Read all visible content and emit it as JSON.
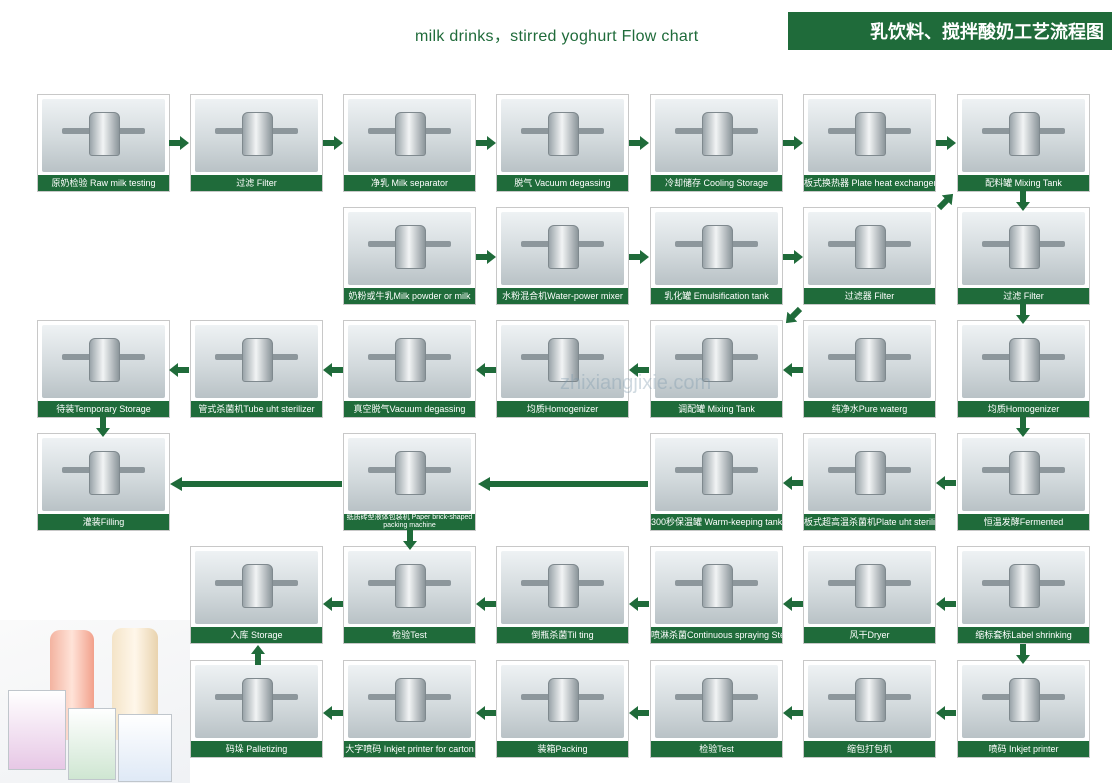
{
  "title_en": "milk drinks，stirred yoghurt Flow chart",
  "title_cn": "乳饮料、搅拌酸奶工艺流程图",
  "watermark": "zhixiangjixie.com",
  "steps": [
    {
      "label": "原奶检验 Raw milk testing"
    },
    {
      "label": "过滤 Filter"
    },
    {
      "label": "净乳 Milk separator"
    },
    {
      "label": "脱气 Vacuum degassing"
    },
    {
      "label": "冷却储存 Cooling Storage"
    },
    {
      "label": "板式换热器 Plate heat exchanger"
    },
    {
      "label": "配料罐 Mixing Tank"
    },
    {
      "label": "奶粉或牛乳Milk powder or milk"
    },
    {
      "label": "水粉混合机Water-power mixer"
    },
    {
      "label": "乳化罐 Emulsification tank"
    },
    {
      "label": "过滤器 Filter"
    },
    {
      "label": "过滤 Filter"
    },
    {
      "label": "待装Temporary Storage"
    },
    {
      "label": "管式杀菌机Tube uht sterilizer"
    },
    {
      "label": "真空脱气Vacuum degassing"
    },
    {
      "label": "均质Homogenizer"
    },
    {
      "label": "调配罐 Mixing Tank"
    },
    {
      "label": "纯净水Pure waterg"
    },
    {
      "label": "均质Homogenizer"
    },
    {
      "label": "灌装Filling"
    },
    {
      "label": "纸质砖型液体包装机 Paper brick-shaped packing machine"
    },
    {
      "label": "300秒保温罐 Warm-keeping tank"
    },
    {
      "label": "板式超高温杀菌机Plate uht sterilizer"
    },
    {
      "label": "恒温发酵Fermented"
    },
    {
      "label": "入库 Storage"
    },
    {
      "label": "检验Test"
    },
    {
      "label": "倒瓶杀菌Til ting"
    },
    {
      "label": "喷淋杀菌Continuous spraying Sterilizer"
    },
    {
      "label": "风干Dryer"
    },
    {
      "label": "缩标套标Label shrinking"
    },
    {
      "label": "码垛 Palletizing"
    },
    {
      "label": "大字喷码 Inkjet printer for carton"
    },
    {
      "label": "装箱Packing"
    },
    {
      "label": "检验Test"
    },
    {
      "label": "缩包打包机"
    },
    {
      "label": "喷码 Inkjet printer"
    }
  ],
  "colors": {
    "accent": "#1f6b3a",
    "border": "#c8c8c8"
  }
}
